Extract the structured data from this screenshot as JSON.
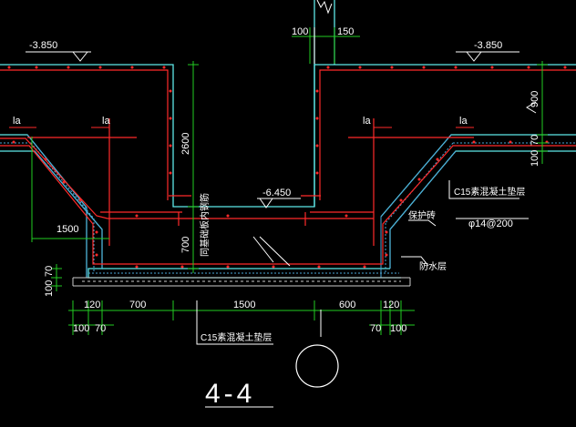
{
  "colors": {
    "background": "#000000",
    "concrete_outline": "#5ee8e8",
    "rebar": "#ff2a2a",
    "dimension": "#22cc22",
    "text": "#ffffff",
    "hatch": "#4aa8d8"
  },
  "elevations": {
    "left_top": "-3.850",
    "right_top": "-3.850",
    "pit_bottom": "-6.450"
  },
  "top_dims": {
    "left": "100",
    "right": "150"
  },
  "vertical_dims": {
    "wall_height": "2600",
    "pit_depth": "700",
    "right_900": "900",
    "right_70": "70",
    "right_100": "100",
    "left_70": "70",
    "left_100": "100"
  },
  "horizontal_dims": {
    "haunch": "1500",
    "d120_left": "120",
    "d700": "700",
    "d1500": "1500",
    "d600": "600",
    "d120_right": "120",
    "d100_left": "100",
    "d70_left": "70",
    "d70_right": "70",
    "d100_right": "100"
  },
  "anchor_labels": {
    "la1": "la",
    "la2": "la",
    "la3": "la",
    "la4": "la"
  },
  "notes": {
    "slab_rebar": "同基础板内钢筋",
    "c15_right": "C15素混凝土垫层",
    "c15_bottom": "C15素混凝土垫层",
    "protect_brick": "保护砖",
    "waterproof": "防水层",
    "rebar_spec": "φ14@200"
  },
  "section_title": "4-4"
}
